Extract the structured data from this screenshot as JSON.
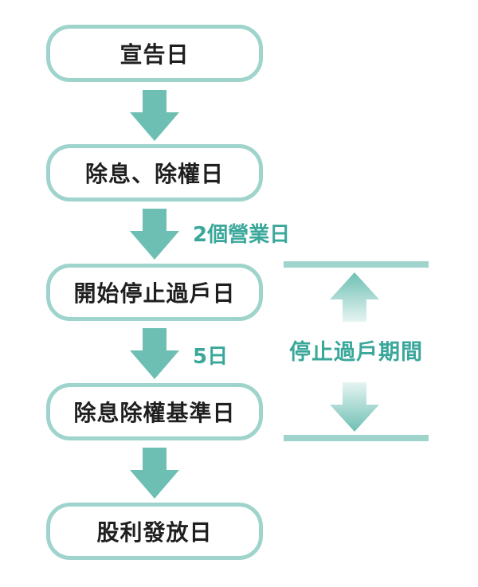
{
  "steps": [
    {
      "label": "宣告日"
    },
    {
      "label": "除息、除權日"
    },
    {
      "label": "開始停止過戶日"
    },
    {
      "label": "除息除權基準日"
    },
    {
      "label": "股利發放日"
    }
  ],
  "gaps": {
    "after_step_2": "2個營業日",
    "after_step_3": "5日"
  },
  "book_closure": {
    "label": "停止過戶期間"
  },
  "colors": {
    "box_border": "#9fd4cc",
    "arrow": "#6dbfb4",
    "accent_text": "#3aa79a",
    "text": "#1f1f1f"
  }
}
